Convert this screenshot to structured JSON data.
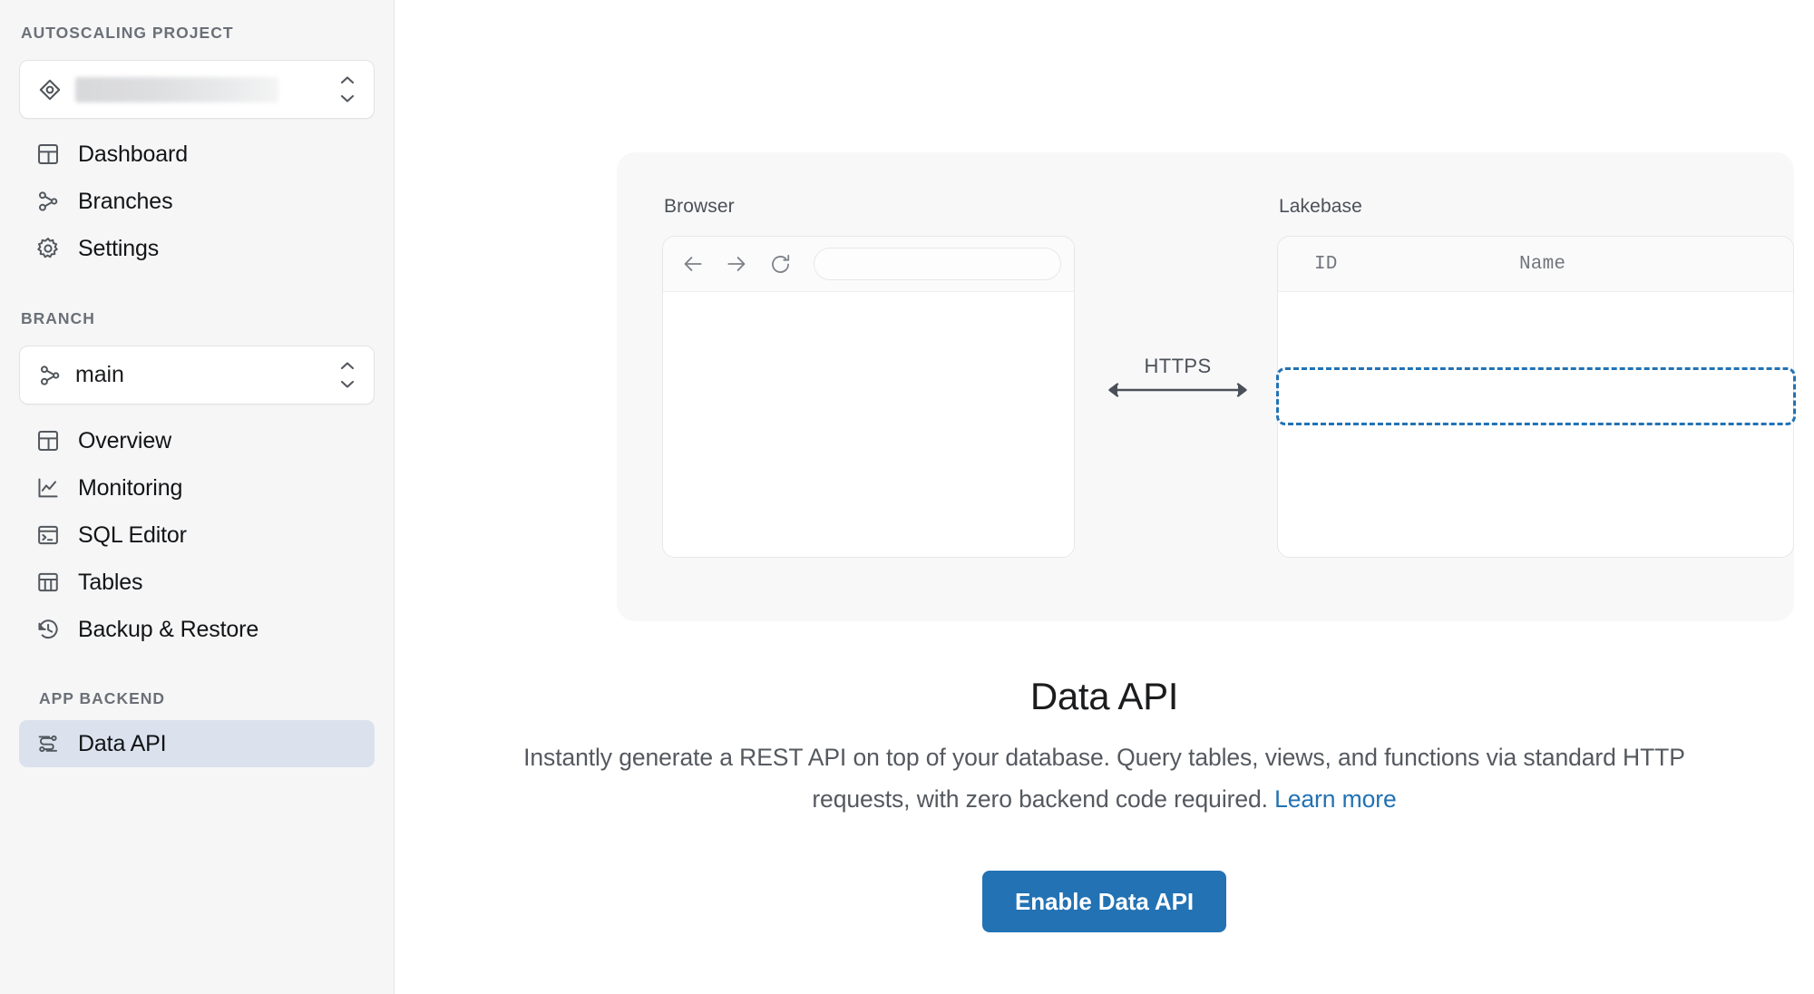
{
  "sidebar": {
    "project_section_label": "AUTOSCALING PROJECT",
    "project_selector": {
      "icon": "project-node-icon",
      "value": "",
      "redacted": true,
      "chevron_icon": "chevron-up-down-icon"
    },
    "project_nav": [
      {
        "label": "Dashboard",
        "icon": "dashboard-grid-icon",
        "active": false
      },
      {
        "label": "Branches",
        "icon": "branch-icon",
        "active": false
      },
      {
        "label": "Settings",
        "icon": "gear-icon",
        "active": false
      }
    ],
    "branch_section_label": "BRANCH",
    "branch_selector": {
      "icon": "branch-icon",
      "value": "main",
      "chevron_icon": "chevron-up-down-icon"
    },
    "branch_nav": [
      {
        "label": "Overview",
        "icon": "dashboard-grid-icon",
        "active": false
      },
      {
        "label": "Monitoring",
        "icon": "line-chart-icon",
        "active": false
      },
      {
        "label": "SQL Editor",
        "icon": "terminal-icon",
        "active": false
      },
      {
        "label": "Tables",
        "icon": "table-icon",
        "active": false
      },
      {
        "label": "Backup & Restore",
        "icon": "history-clock-icon",
        "active": false
      }
    ],
    "backend_section_label": "APP BACKEND",
    "backend_nav": [
      {
        "label": "Data API",
        "icon": "data-flow-icon",
        "active": true
      }
    ]
  },
  "main": {
    "illustration": {
      "browser": {
        "title": "Browser",
        "back_icon": "arrow-left-icon",
        "forward_icon": "arrow-right-icon",
        "reload_icon": "reload-icon",
        "url_value": ""
      },
      "connector": {
        "label": "HTTPS",
        "icon": "double-arrow-icon"
      },
      "lakebase": {
        "title": "Lakebase",
        "columns": [
          "ID",
          "Name"
        ],
        "rows": [
          {
            "id": "",
            "name": "",
            "highlighted": false
          },
          {
            "id": "",
            "name": "",
            "highlighted": true
          },
          {
            "id": "",
            "name": "",
            "highlighted": false
          }
        ],
        "highlight_color": "#2272b4"
      }
    },
    "heading": "Data API",
    "description_part1": "Instantly generate a REST API on top of your database. Query tables, views, and functions via standard HTTP requests, with zero backend code required. ",
    "learn_more_label": "Learn more",
    "cta_label": "Enable Data API",
    "accent_color": "#2272b4"
  }
}
